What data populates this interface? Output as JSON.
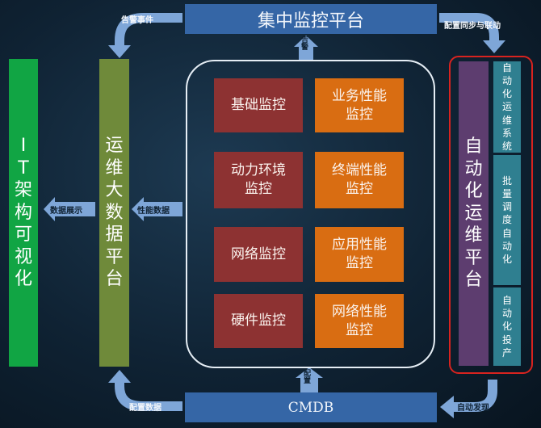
{
  "top_platform": "集中监控平台",
  "bottom_platform": "CMDB",
  "it_visual": [
    "I",
    "T",
    "架",
    "构",
    "可",
    "视",
    "化"
  ],
  "bigdata_platform": [
    "运",
    "维",
    "大",
    "数",
    "据",
    "平",
    "台"
  ],
  "auto_platform": [
    "自",
    "动",
    "化",
    "运",
    "维",
    "平",
    "台"
  ],
  "modules": [
    {
      "label": "基础监控",
      "color": "#8d3232"
    },
    {
      "label": "业务性能监控",
      "color": "#d96d12"
    },
    {
      "label": "动力环境监控",
      "color": "#8d3232"
    },
    {
      "label": "终端性能监控",
      "color": "#d96d12"
    },
    {
      "label": "网络监控",
      "color": "#8d3232"
    },
    {
      "label": "应用性能监控",
      "color": "#d96d12"
    },
    {
      "label": "硬件监控",
      "color": "#8d3232"
    },
    {
      "label": "网络性能监控",
      "color": "#d96d12"
    }
  ],
  "auto_subsystems": [
    [
      "自",
      "动",
      "化",
      "运",
      "维",
      "系",
      "统"
    ],
    [
      "批",
      "量",
      "调",
      "度",
      "自",
      "动",
      "化"
    ],
    [
      "自",
      "动",
      "化",
      "投",
      "产"
    ]
  ],
  "flows": {
    "alarm_event": "告警事件",
    "config_sync": "配置同步与联动",
    "alarm_up": "告警",
    "data_display": "数据展示",
    "perf_data": "性能数据",
    "config_data": "配置数据",
    "config_up": "配置",
    "auto_discovery": "自动发现"
  },
  "colors": {
    "platform_blue": "#3566a6",
    "it_green": "#11a544",
    "bigdata_olive": "#6f8a3a",
    "module_red": "#8d3232",
    "module_orange": "#d96d12",
    "auto_purple": "#5d3d6f",
    "sub_teal": "#2f7f90",
    "arrow_blue": "#7ea6d8",
    "frame_red": "#d8231f"
  }
}
